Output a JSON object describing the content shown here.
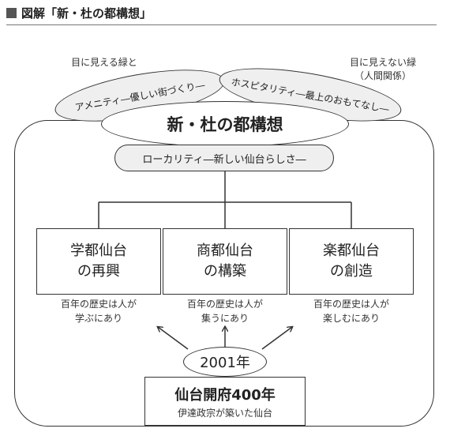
{
  "header": {
    "title": "図解「新・杜の都構想」"
  },
  "top_labels": {
    "left": "目に見える緑と",
    "right_line1": "目に見えない緑",
    "right_line2": "（人間関係）"
  },
  "top_ellipses": {
    "left": "アメニティ―優しい街づくり―",
    "right": "ホスピタリティ―最上のおもてなし―"
  },
  "main_title": "新・杜の都構想",
  "locality": "ローカリティ―新しい仙台らしさ―",
  "boxes": [
    {
      "line1": "学都仙台",
      "line2": "の再興",
      "caption1": "百年の歴史は人が",
      "caption2": "学ぶにあり"
    },
    {
      "line1": "商都仙台",
      "line2": "の構築",
      "caption1": "百年の歴史は人が",
      "caption2": "集うにあり"
    },
    {
      "line1": "楽都仙台",
      "line2": "の創造",
      "caption1": "百年の歴史は人が",
      "caption2": "楽しむにあり"
    }
  ],
  "year": "2001年",
  "anniversary": {
    "title": "仙台開府400年",
    "subtitle": "伊達政宗が築いた仙台"
  },
  "colors": {
    "line": "#333333",
    "shade": "#efefef"
  }
}
